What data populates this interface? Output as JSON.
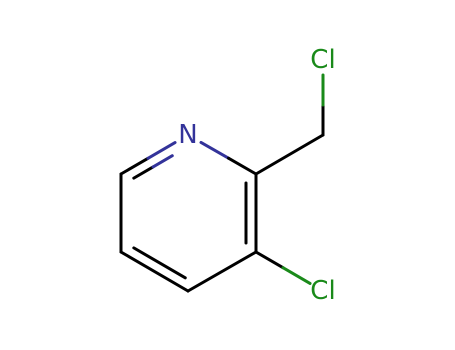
{
  "molecule": {
    "atoms": [
      {
        "id": "N1",
        "symbol": "N",
        "label": "N",
        "color": "#33339a"
      },
      {
        "id": "C2",
        "symbol": "C",
        "label": ""
      },
      {
        "id": "C3",
        "symbol": "C",
        "label": ""
      },
      {
        "id": "C4",
        "symbol": "C",
        "label": ""
      },
      {
        "id": "C5",
        "symbol": "C",
        "label": ""
      },
      {
        "id": "C6",
        "symbol": "C",
        "label": ""
      },
      {
        "id": "C7",
        "symbol": "C",
        "label": ""
      },
      {
        "id": "Cl1",
        "symbol": "Cl",
        "label": "Cl",
        "color": "#1a8a1a"
      },
      {
        "id": "Cl2",
        "symbol": "Cl",
        "label": "Cl",
        "color": "#1a8a1a"
      }
    ],
    "bonds": [
      {
        "from": "N1",
        "to": "C2",
        "order": 1
      },
      {
        "from": "C2",
        "to": "C3",
        "order": 2
      },
      {
        "from": "C3",
        "to": "C4",
        "order": 1
      },
      {
        "from": "C4",
        "to": "C5",
        "order": 2
      },
      {
        "from": "C5",
        "to": "C6",
        "order": 1
      },
      {
        "from": "C6",
        "to": "N1",
        "order": 2
      },
      {
        "from": "C2",
        "to": "C7",
        "order": 1
      },
      {
        "from": "C7",
        "to": "Cl1",
        "order": 1
      },
      {
        "from": "C3",
        "to": "Cl2",
        "order": 1
      }
    ],
    "bond_color": "#000000"
  }
}
